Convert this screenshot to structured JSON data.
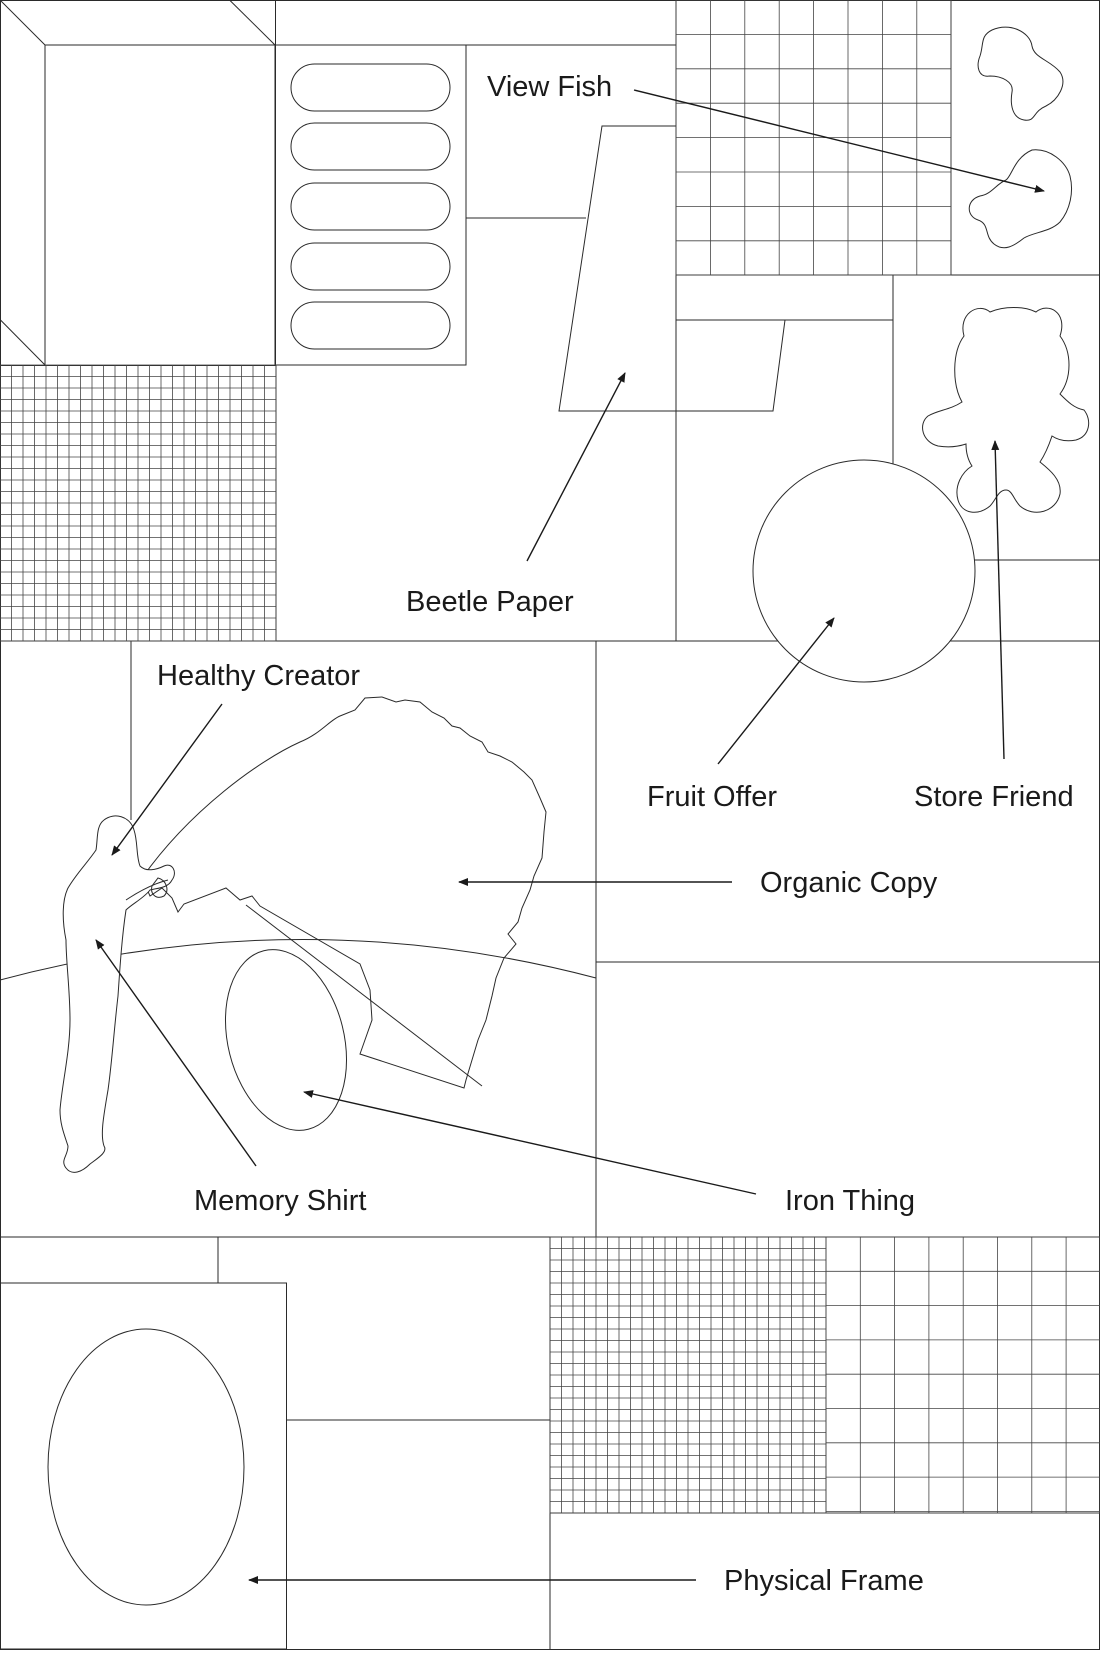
{
  "labels": {
    "view_fish": "View Fish",
    "beetle_paper": "Beetle Paper",
    "healthy_creator": "Healthy Creator",
    "fruit_offer": "Fruit Offer",
    "store_friend": "Store Friend",
    "organic_copy": "Organic Copy",
    "memory_shirt": "Memory Shirt",
    "iron_thing": "Iron Thing",
    "physical_frame": "Physical Frame"
  },
  "colors": {
    "line": "#2a2a2a",
    "grid": "#444444",
    "background": "#ffffff"
  }
}
